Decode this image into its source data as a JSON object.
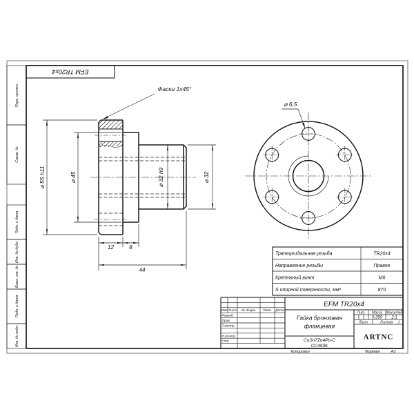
{
  "stamp_corner": {
    "designation": "EFM TR20x4"
  },
  "margin_labels": {
    "perv_primen": "Перв. примен.",
    "sprav_no": "Справ. №",
    "podp_data_1": "Подп. и дата",
    "inv_dubl": "Инв. № дубл.",
    "vzam_inv": "Взам. инв. №",
    "podp_data_2": "Подп. и дата",
    "inv_podl": "Инв. № подл."
  },
  "drawing": {
    "chamfer_note": "Фаски 1x45°",
    "dims": {
      "d55": "⌀ 55 h11",
      "d45": "⌀ 45",
      "d32h9": "⌀ 32 h9",
      "d32": "⌀ 32",
      "len12": "12",
      "len8": "8",
      "len44": "44",
      "d65": "⌀ 6,5"
    }
  },
  "param_table": {
    "rows": [
      {
        "label": "Трапецеидальная резьба",
        "value": "TR20x4"
      },
      {
        "label": "Направление резьбы",
        "value": "Правое"
      },
      {
        "label": "Крепежный винт",
        "value": "M6"
      },
      {
        "label": "S опорной поверхности, мм²",
        "value": "870"
      }
    ]
  },
  "title_block": {
    "designation": "EFM TR20x4",
    "name_line1": "Гайка бронзовая",
    "name_line2": "фланцевая",
    "material_line1": "CuSn7Zn4Pb-C",
    "material_line2": "CC493K",
    "company": "ARTNC",
    "lit_label": "Лит.",
    "mass_label": "Масса",
    "scale_label": "Масштаб",
    "mass_value": "0,350",
    "scale_value": "2:1",
    "sheet_label": "Лист",
    "sheets_label": "Листов",
    "sheets_value": "1",
    "header_cols": {
      "izm": "Изм",
      "list": "Лист",
      "doc": "№ докум.",
      "podp": "Подп.",
      "data": "Дата"
    },
    "row_labels": {
      "razrab": "Разраб.",
      "prov": "Пров.",
      "tkontr": "Т.контр.",
      "nkontr": "Н.контр.",
      "utv": "Утв."
    }
  },
  "footer": {
    "copied": "Копировал",
    "format_label": "Формат",
    "format_value": "A3"
  }
}
